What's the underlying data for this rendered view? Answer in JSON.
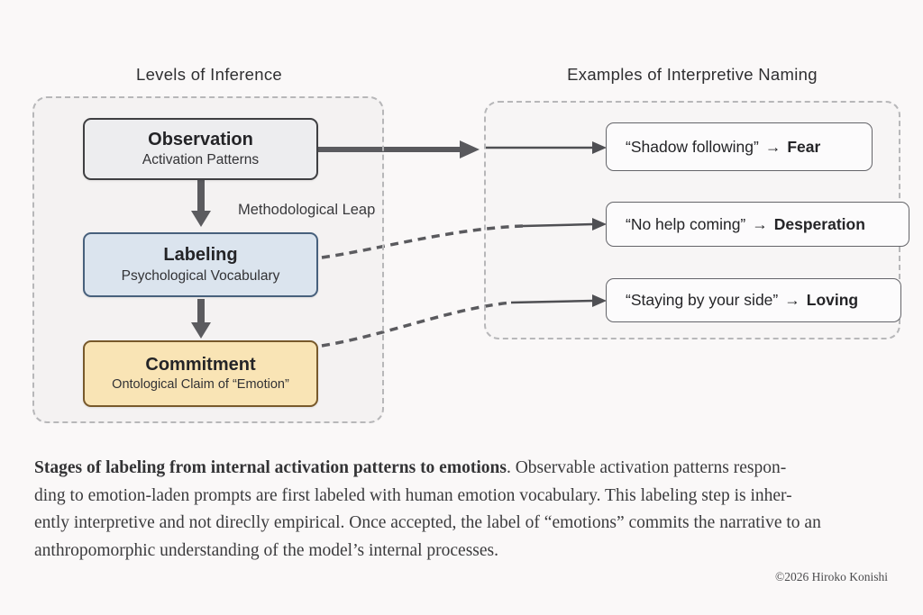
{
  "left_section": {
    "title": "Levels of Inference",
    "arrow_label": "Methodological Leap",
    "boxes": [
      {
        "title": "Observation",
        "subtitle": "Activation Patterns"
      },
      {
        "title": "Labeling",
        "subtitle": "Psychological Vocabulary"
      },
      {
        "title": "Commitment",
        "subtitle": "Ontological Claim of “Emotion”"
      }
    ]
  },
  "right_section": {
    "title": "Examples of Interpretive Naming",
    "examples": [
      {
        "phrase": "“Shadow following”",
        "arrow": "→",
        "label": "Fear"
      },
      {
        "phrase": "“No help coming”",
        "arrow": "→",
        "label": "Desperation"
      },
      {
        "phrase": "“Staying by your side”",
        "arrow": "→",
        "label": "Loving"
      }
    ]
  },
  "caption": {
    "lead_bold": "Stages of labeling from internal activation patterns to emotions",
    "line1_rest": ". Observable activation patterns respon-",
    "line2": "ding to emotion-laden prompts are first labeled with human emotion vocabulary. This labeling step is inher-",
    "line3": "ently interpretive and not direclly empirical. Once accepted, the label of “emotions” commits the narrative to an",
    "line4": "anthropomorphic understanding of the model’s internal processes."
  },
  "credit": "©2026 Hiroko Konishi",
  "colors": {
    "page_bg": "#faf8f8",
    "panel_border": "#b7b7b9",
    "arrow_color": "#59595d",
    "thin_arrow_color": "#4e4e52",
    "observation_fill": "#ededef",
    "observation_border": "#3f3f42",
    "labeling_fill": "#dbe4ee",
    "labeling_border": "#47607c",
    "commitment_fill": "#f9e4b5",
    "commitment_border": "#78592b",
    "example_fill": "#fcfbfc",
    "example_border": "#646469"
  }
}
